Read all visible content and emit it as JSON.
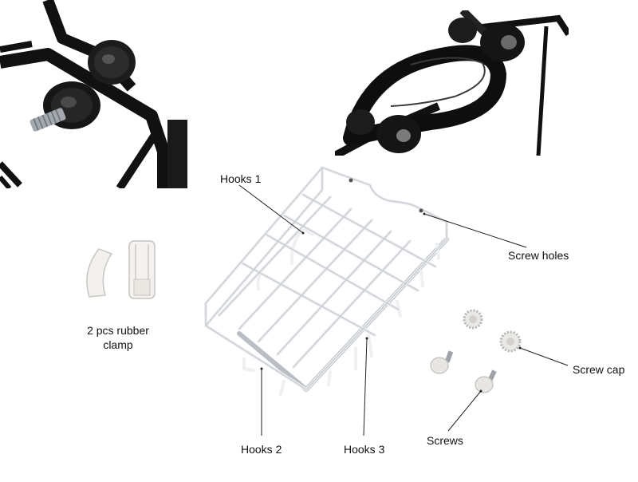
{
  "image": {
    "labels": {
      "hooks1": "Hooks 1",
      "screw_holes": "Screw holes",
      "rubber_clamp_line1": "2 pcs rubber",
      "rubber_clamp_line2": "clamp",
      "screw_cap": "Screw cap",
      "screws": "Screws",
      "hooks2": "Hooks 2",
      "hooks3": "Hooks 3"
    },
    "colors": {
      "background": "#ffffff",
      "black_metal": "#111111",
      "white_metal": "#eef0f2",
      "shadow": "#aab0b8",
      "leader_line": "#222222",
      "screw_thread": "#9ea3aa"
    }
  }
}
